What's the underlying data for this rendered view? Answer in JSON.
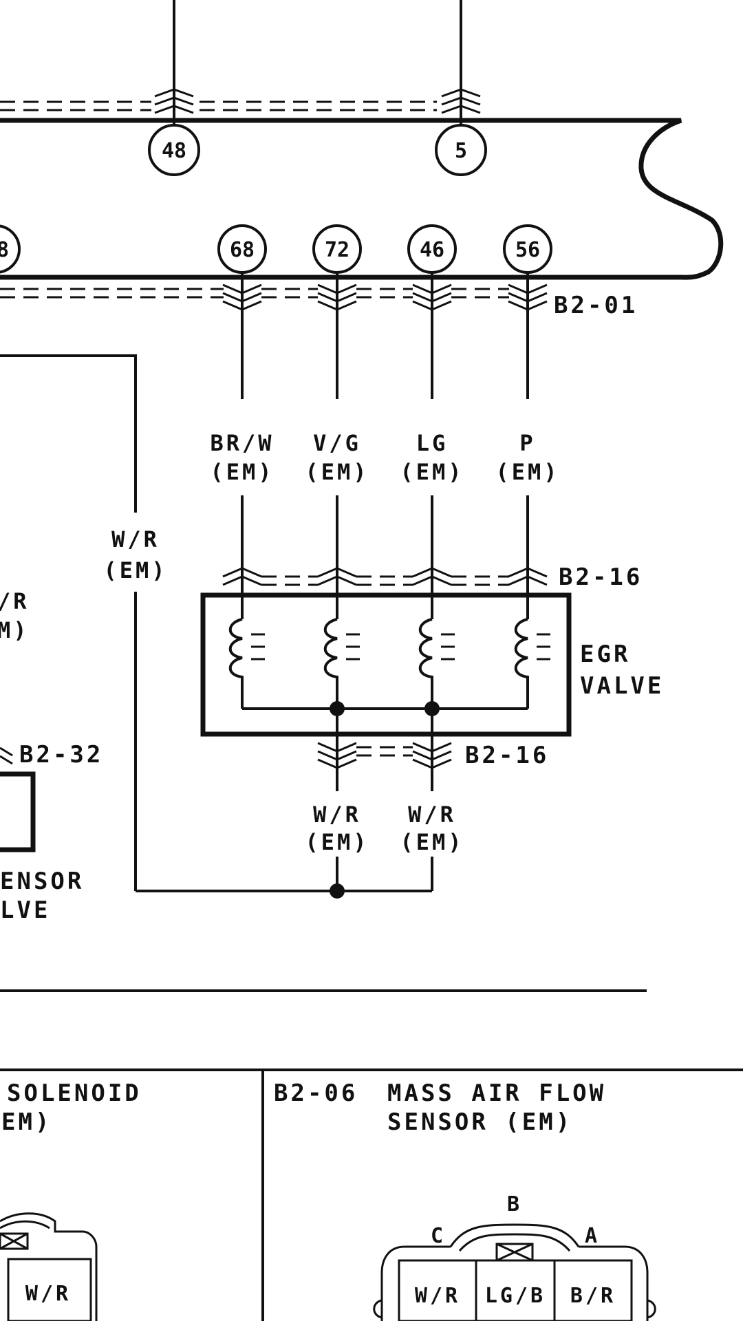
{
  "ecu_pins_top": [
    "48",
    "5"
  ],
  "ecu_pins_bottom": [
    "8",
    "68",
    "72",
    "46",
    "56"
  ],
  "connectors": {
    "ecu": "B2-01",
    "egr_top": "B2-16",
    "egr_bottom": "B2-16",
    "sensor": "B2-32"
  },
  "wires": {
    "w1": {
      "color": "BR/W",
      "harness": "(EM)"
    },
    "w2": {
      "color": "V/G",
      "harness": "(EM)"
    },
    "w3": {
      "color": "LG",
      "harness": "(EM)"
    },
    "w4": {
      "color": "P",
      "harness": "(EM)"
    },
    "feed": {
      "color": "W/R",
      "harness": "(EM)"
    },
    "left_partial": {
      "color": "/R",
      "harness": "M)"
    },
    "ret1": {
      "color": "W/R",
      "harness": "(EM)"
    },
    "ret2": {
      "color": "W/R",
      "harness": "(EM)"
    }
  },
  "egr_valve": {
    "line1": "EGR",
    "line2": "VALVE"
  },
  "sensor_partial": {
    "line1": "ENSOR",
    "line2": "LVE"
  },
  "solenoid_panel": {
    "title": "SOLENOID",
    "harness": "EM)",
    "terminal": "W/R"
  },
  "maf_panel": {
    "code": "B2-06",
    "title": "MASS AIR FLOW",
    "subtitle": "SENSOR (EM)",
    "terminal_labels": [
      "C",
      "B",
      "A"
    ],
    "terminals": [
      "W/R",
      "LG/B",
      "B/R"
    ]
  }
}
